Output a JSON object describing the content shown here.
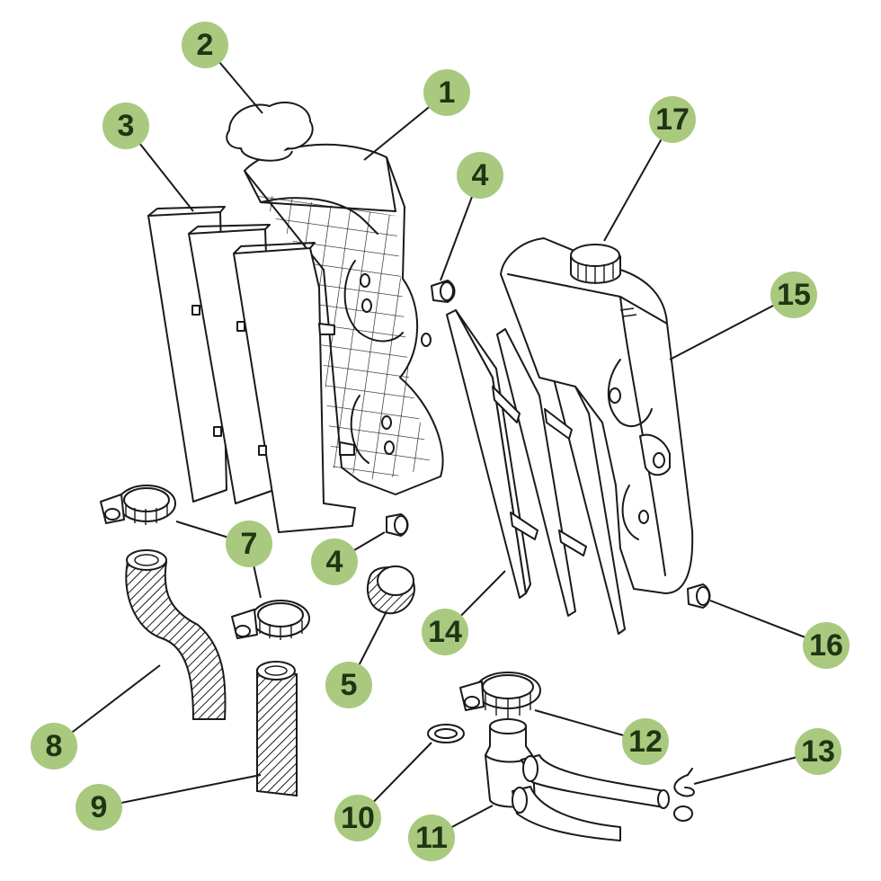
{
  "colors": {
    "badge_fill": "#a9c97f",
    "badge_text": "#1f3514",
    "line": "#1a1a1a",
    "background": "#ffffff"
  },
  "callouts": [
    {
      "id": "c1",
      "label": "1"
    },
    {
      "id": "c2",
      "label": "2"
    },
    {
      "id": "c3",
      "label": "3"
    },
    {
      "id": "c4a",
      "label": "4"
    },
    {
      "id": "c4b",
      "label": "4"
    },
    {
      "id": "c5",
      "label": "5"
    },
    {
      "id": "c7",
      "label": "7"
    },
    {
      "id": "c8",
      "label": "8"
    },
    {
      "id": "c9",
      "label": "9"
    },
    {
      "id": "c10",
      "label": "10"
    },
    {
      "id": "c11",
      "label": "11"
    },
    {
      "id": "c12",
      "label": "12"
    },
    {
      "id": "c13",
      "label": "13"
    },
    {
      "id": "c14",
      "label": "14"
    },
    {
      "id": "c15",
      "label": "15"
    },
    {
      "id": "c16",
      "label": "16"
    },
    {
      "id": "c17",
      "label": "17"
    }
  ]
}
